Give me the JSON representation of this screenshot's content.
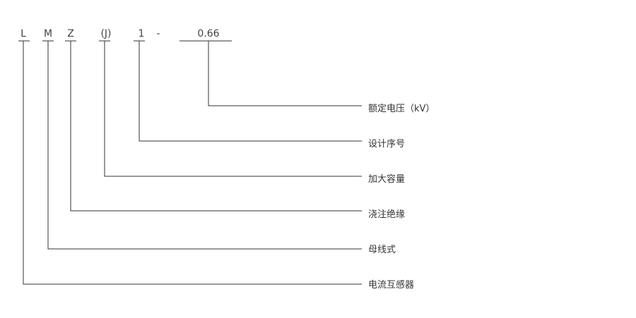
{
  "model": {
    "letters": [
      "L",
      "M",
      "Z",
      "(J)",
      "1",
      "-",
      "0.66"
    ],
    "segments": [
      {
        "code": "0.66",
        "label": "额定电压（kV）"
      },
      {
        "code": "1",
        "label": "设计序号"
      },
      {
        "code": "(J)",
        "label": "加大容量"
      },
      {
        "code": "Z",
        "label": "浇注绝缘"
      },
      {
        "code": "M",
        "label": "母线式"
      },
      {
        "code": "L",
        "label": "电流互感器"
      }
    ]
  }
}
